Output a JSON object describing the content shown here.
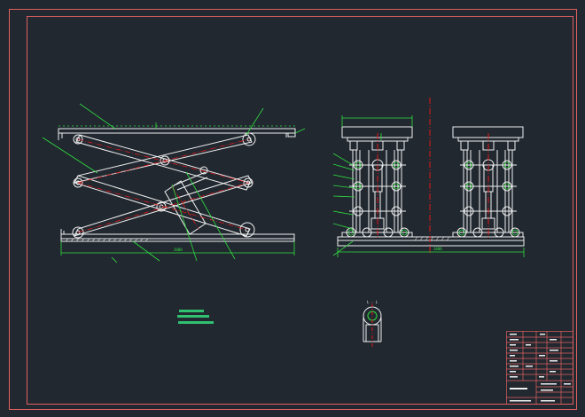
{
  "colors": {
    "background": "#212830",
    "border": "#e06060",
    "structure": "#f0f0f0",
    "dimension": "#30e040",
    "centerline": "#e01818",
    "leader": "#30e040",
    "hatch": "#f0f0f0"
  },
  "section_view": {
    "label": "L - L"
  },
  "dimensions": {
    "side_base_length": "2000",
    "front_base_length": "1000"
  },
  "notes_block": {
    "line_count": 3
  },
  "title_block": {
    "rows": 14
  }
}
